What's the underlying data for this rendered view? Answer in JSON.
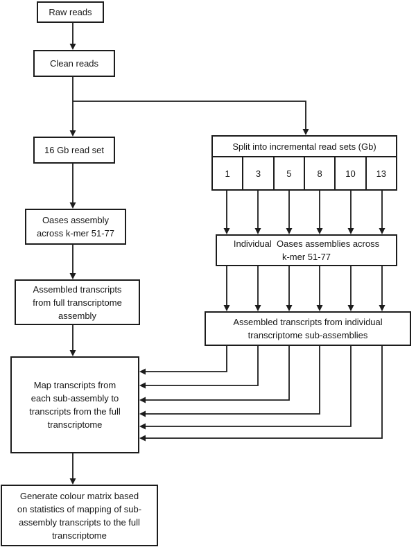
{
  "diagram": {
    "colors": {
      "background": "#ffffff",
      "line": "#1c1c1c",
      "box_fill": "#ffffff"
    },
    "nodes": {
      "raw_reads": "Raw reads",
      "clean_reads": "Clean reads",
      "read_set_16gb": "16 Gb read set",
      "oases_assembly": "Oases assembly\nacross k-mer 51-77",
      "assembled_full": "Assembled transcripts\nfrom full transcriptome\nassembly",
      "map_transcripts": "Map transcripts from\neach sub-assembly to\ntranscripts from the full\ntranscriptome",
      "generate_matrix": "Generate colour matrix based\non statistics of mapping of sub-\nassembly transcripts to the full\ntranscriptome",
      "split_header": "Split into incremental read sets (Gb)",
      "individual_oases": "Individual  Oases assemblies across\nk-mer 51-77",
      "assembled_individual": "Assembled transcripts from individual\ntranscriptome sub-assemblies"
    },
    "split_cells": [
      "1",
      "3",
      "5",
      "8",
      "10",
      "13"
    ]
  }
}
